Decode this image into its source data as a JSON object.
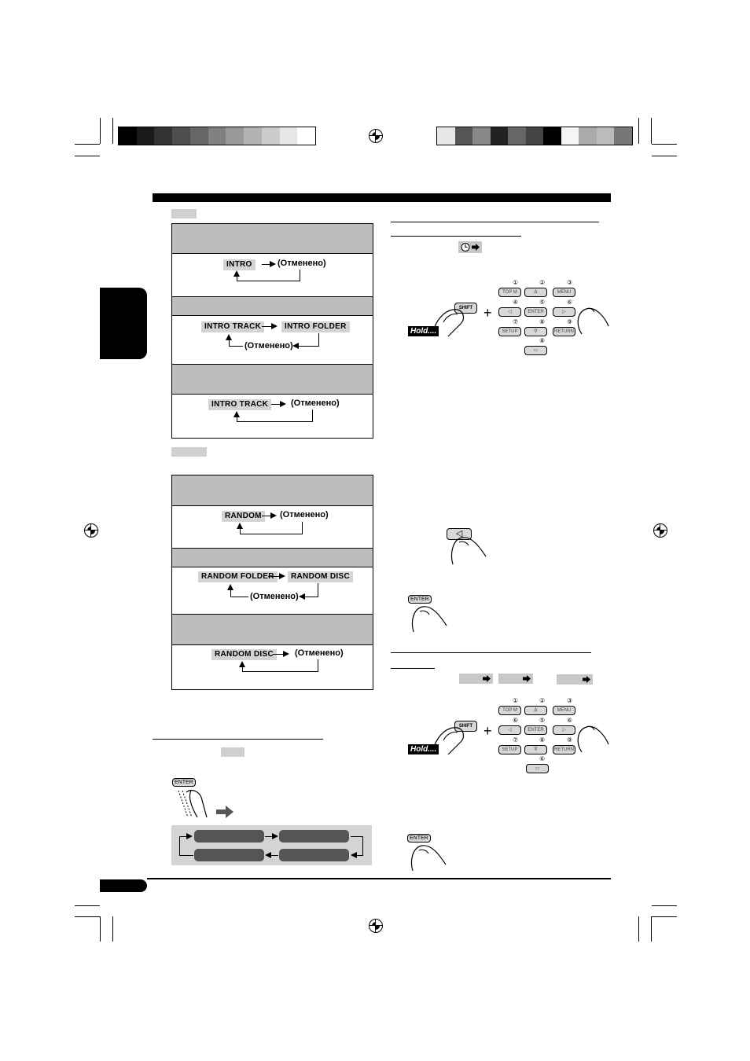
{
  "intro_section": {
    "mode1": {
      "start": "INTRO",
      "cancel": "(Отменено)"
    },
    "mode2": {
      "start": "INTRO TRACK",
      "next": "INTRO FOLDER",
      "cancel": "(Отменено)"
    },
    "mode3": {
      "start": "INTRO TRACK",
      "cancel": "(Отменено)"
    }
  },
  "random_section": {
    "mode1": {
      "start": "RANDOM",
      "cancel": "(Отменено)"
    },
    "mode2": {
      "start": "RANDOM FOLDER",
      "next": "RANDOM DISC",
      "cancel": "(Отменено)"
    },
    "mode3": {
      "start": "RANDOM DISC",
      "cancel": "(Отменено)"
    }
  },
  "remote": {
    "hold_label": "Hold....",
    "shift_key": "SHIFT",
    "plus": "+",
    "keys": {
      "topm": "TOP M",
      "up": "Δ",
      "menu": "MENU",
      "left": "◁",
      "enter": "ENTER",
      "right": "▷",
      "setup": "SETUP",
      "down": "∇",
      "return": "RETURN",
      "bottom": "▭"
    },
    "numbers": [
      "①",
      "②",
      "③",
      "④",
      "⑤",
      "⑥",
      "⑦",
      "⑧",
      "⑨",
      "⑥"
    ]
  },
  "buttons": {
    "left_key": "◁",
    "enter_key": "ENTER"
  },
  "colors": {
    "header_gray": "#bdbdbd",
    "tag_gray": "#d4d4d4",
    "cycle_dark": "#555555"
  }
}
